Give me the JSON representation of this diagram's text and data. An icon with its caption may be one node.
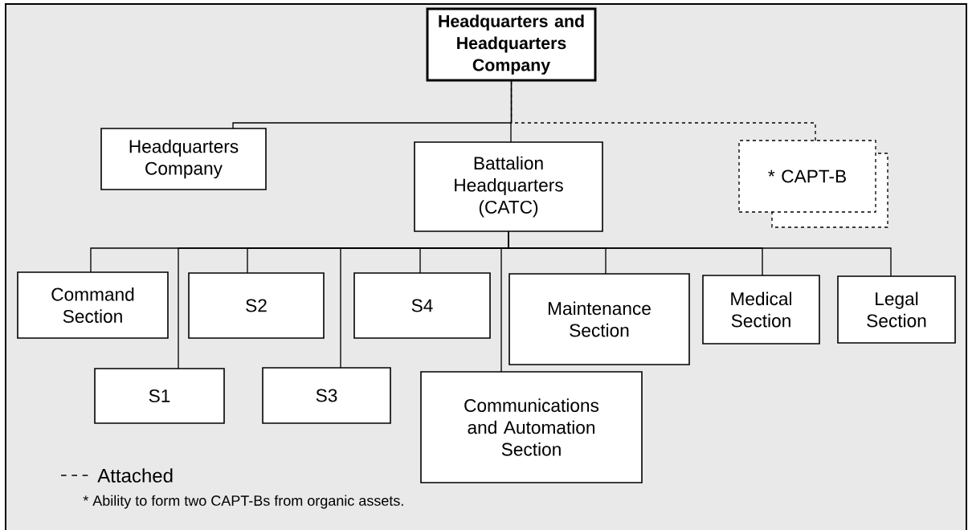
{
  "diagram": {
    "nodes": [
      {
        "text": [
          "Headquarters and Headquarters Company"
        ]
      },
      {
        "text": [
          "Headquarters Company"
        ]
      },
      {
        "text": [
          "Battalion Headquarters (CATC)"
        ]
      },
      {
        "text": [
          "* CAPT-B"
        ]
      },
      {
        "text": [
          "Command Section"
        ]
      },
      {
        "text": [
          "S1"
        ]
      },
      {
        "text": [
          "S2"
        ]
      },
      {
        "text": [
          "S3"
        ]
      },
      {
        "text": [
          "S4"
        ]
      },
      {
        "text": [
          "Maintenance Section"
        ]
      },
      {
        "text": [
          "Communications and Automation Section"
        ]
      },
      {
        "text": [
          "Medical Section"
        ]
      },
      {
        "text": [
          "Legal Section"
        ]
      }
    ],
    "edges": [
      {
        "from": 0,
        "to": 1,
        "arrow": "none"
      },
      {
        "from": 0,
        "to": 2,
        "arrow": "none"
      },
      {
        "from": 0,
        "to": 3,
        "arrow": "none",
        "style": "dashed"
      },
      {
        "from": 2,
        "to": 4,
        "arrow": "none"
      },
      {
        "from": 2,
        "to": 5,
        "arrow": "none"
      },
      {
        "from": 2,
        "to": 6,
        "arrow": "none"
      },
      {
        "from": 2,
        "to": 7,
        "arrow": "none"
      },
      {
        "from": 2,
        "to": 8,
        "arrow": "none"
      },
      {
        "from": 2,
        "to": 9,
        "arrow": "none"
      },
      {
        "from": 2,
        "to": 10,
        "arrow": "none"
      },
      {
        "from": 2,
        "to": 11,
        "arrow": "none"
      },
      {
        "from": 2,
        "to": 12,
        "arrow": "none"
      }
    ],
    "labels": [
      "* Ability to form two CAPT-Bs from organic assets."
    ],
    "legend": [
      {
        "text": "Attached"
      }
    ]
  }
}
